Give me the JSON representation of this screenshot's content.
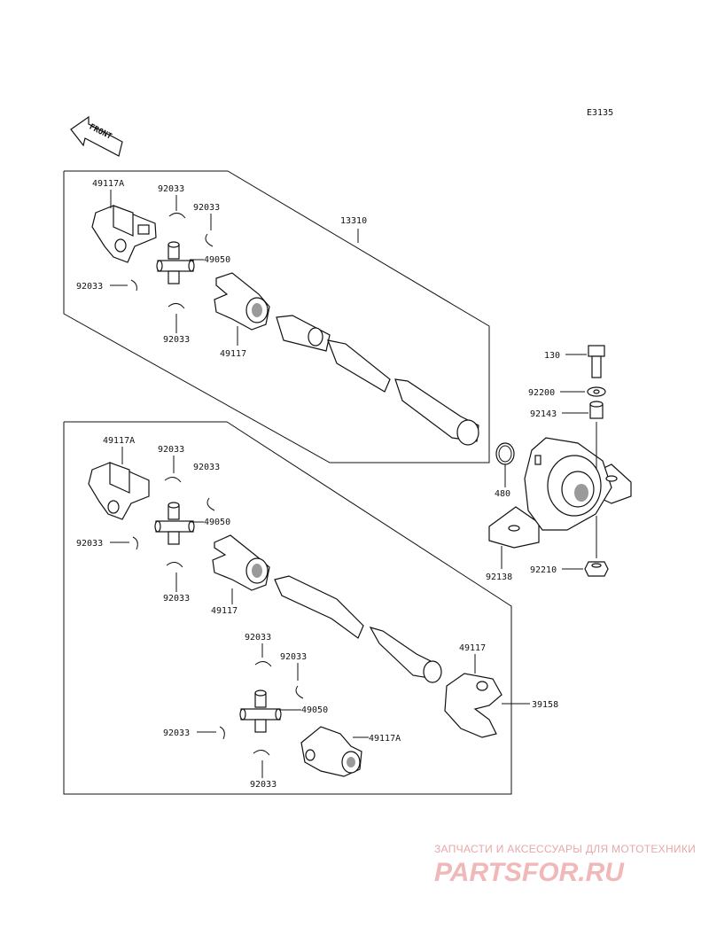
{
  "diagram_code": "E3135",
  "front_arrow_text": "FRONT",
  "upper_group": {
    "assembly_label": "13310",
    "yoke_a_label": "49117A",
    "circlip_labels": [
      "92033",
      "92033",
      "92033",
      "92033"
    ],
    "cross_label": "49050",
    "yoke_label": "49117"
  },
  "lower_group": {
    "assembly_label": "39158",
    "yoke_a_label": "49117A",
    "circlip_labels": [
      "92033",
      "92033",
      "92033",
      "92033"
    ],
    "cross_label": "49050",
    "yoke_label": "49117",
    "rear_yoke_label": "49117",
    "rear_circlip_labels": [
      "92033",
      "92033",
      "92033",
      "92033"
    ],
    "rear_cross_label": "49050",
    "rear_yoke_a_label": "49117A"
  },
  "bearing_group": {
    "bolt_label": "130",
    "washer_label": "92200",
    "collar_label": "92143",
    "circlip_label": "480",
    "bearing_label": "92138",
    "nut_label": "92210"
  },
  "watermark": {
    "tagline": "ЗАПЧАСТИ И АКСЕССУАРЫ ДЛЯ МОТОТЕХНИКИ",
    "logo_text": "PARTSFOR.RU"
  }
}
